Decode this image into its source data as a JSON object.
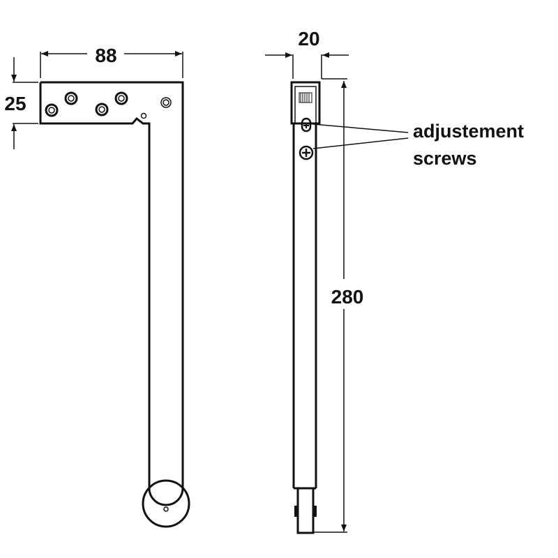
{
  "dimensions": {
    "width": "88",
    "height": "25",
    "depth": "20",
    "length": "280"
  },
  "annotation": {
    "line1": "adjustement",
    "line2": "screws"
  },
  "colors": {
    "ink": "#111111",
    "background": "#ffffff"
  }
}
